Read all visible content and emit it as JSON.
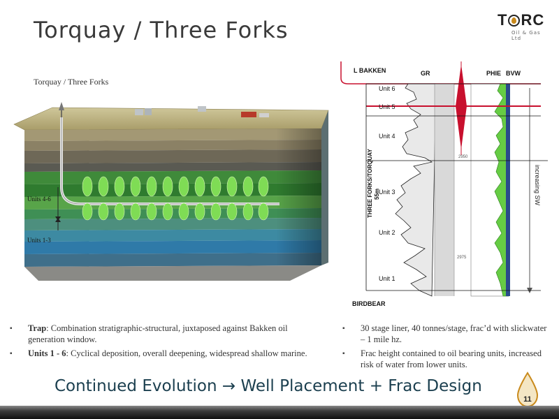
{
  "slide": {
    "title": "Torquay / Three Forks",
    "page_number": "11",
    "footer": "Continued Evolution → Well Placement + Frac Design"
  },
  "logo": {
    "name": "TORC",
    "subtitle": "Oil & Gas Ltd",
    "icon": "oil-drop-icon"
  },
  "diagram": {
    "caption": "Torquay / Three Forks",
    "labels": {
      "units_upper": "Units 4-6",
      "units_lower": "Units 1-3"
    }
  },
  "well_log": {
    "top_formation": "L BAKKEN",
    "bottom_formation": "BIRDBEAR",
    "curves": {
      "gr": "GR",
      "phie": "PHIE",
      "bvw": "BVW"
    },
    "interval_label": "THREE FORKS/TORQUAY",
    "thickness": "55m",
    "units": [
      "Unit 6",
      "Unit 5",
      "Unit 4",
      "Unit 3",
      "Unit 2",
      "Unit 1"
    ],
    "trend_label": "increasing SW",
    "depth_marks": [
      "2950",
      "2975"
    ]
  },
  "bullets_left": [
    {
      "bold": "Trap",
      "text": ": Combination stratigraphic-structural, juxtaposed against Bakken oil generation window."
    },
    {
      "bold": "Units 1 - 6",
      "text": ": Cyclical deposition, overall deepening, widespread shallow marine."
    }
  ],
  "bullets_right": [
    {
      "text": "30 stage liner, 40 tonnes/stage, frac’d with slickwater – 1 mile hz."
    },
    {
      "text": "Frac height contained to oil bearing units, increased risk of water from lower units."
    }
  ],
  "colors": {
    "accent": "#c8102e",
    "footer_text": "#1b3f4f",
    "phie_fill": "#66cc44",
    "bvw_fill": "#2a4a8a"
  }
}
